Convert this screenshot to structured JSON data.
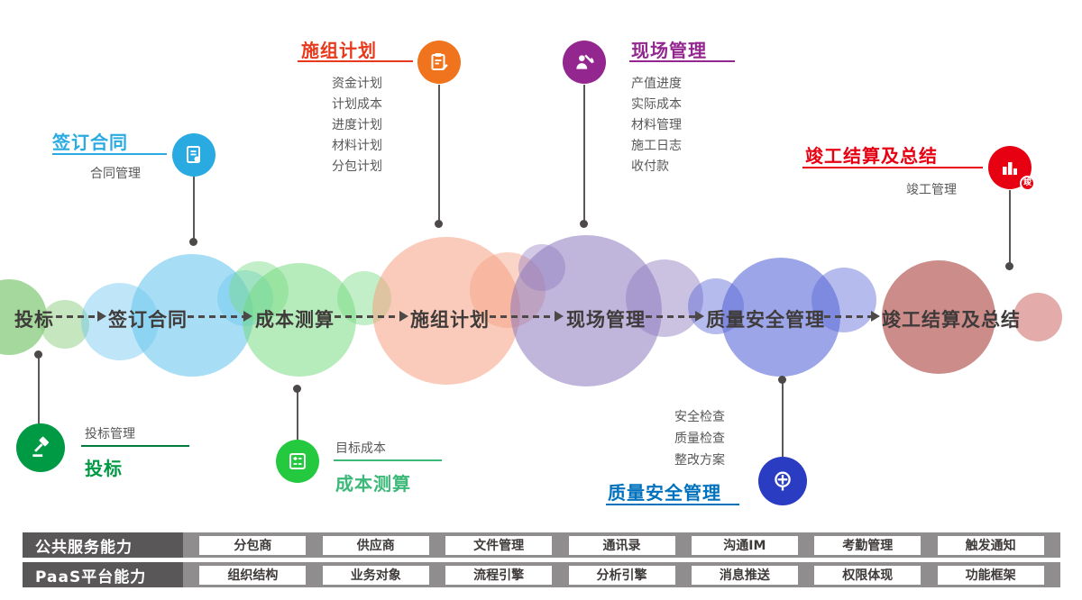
{
  "timeline": {
    "stages": [
      {
        "label": "投标",
        "bubble_color": "#69be5a"
      },
      {
        "label": "签订合同",
        "bubble_color": "#29abe2"
      },
      {
        "label": "成本测算",
        "bubble_color": "#4fd065"
      },
      {
        "label": "施组计划",
        "bubble_color": "#f4a082"
      },
      {
        "label": "现场管理",
        "bubble_color": "#8c78be"
      },
      {
        "label": "质量安全管理",
        "bubble_color": "#5a69d7"
      },
      {
        "label": "竣工结算及总结",
        "bubble_color": "#aa413c"
      }
    ]
  },
  "callouts": {
    "sign_contract": {
      "title": "签订合同",
      "item": "合同管理",
      "accent": "#29abe2",
      "icon": "contract-icon"
    },
    "construction_plan": {
      "title": "施组计划",
      "accent": "#e8391d",
      "icon_color": "#f0731d",
      "icon": "plan-icon",
      "items": [
        "资金计划",
        "计划成本",
        "进度计划",
        "材料计划",
        "分包计划"
      ]
    },
    "site_management": {
      "title": "现场管理",
      "accent": "#93278f",
      "icon": "worker-icon",
      "items": [
        "产值进度",
        "实际成本",
        "材料管理",
        "施工日志",
        "收付款"
      ]
    },
    "completion": {
      "title": "竣工结算及总结",
      "item": "竣工管理",
      "accent": "#e60012",
      "icon": "building-icon",
      "badge": "竣"
    },
    "bidding": {
      "title": "投标",
      "item": "投标管理",
      "accent": "#009944",
      "underline_color": "#007a3d",
      "icon": "bid-icon"
    },
    "cost_calculation": {
      "title": "成本测算",
      "item": "目标成本",
      "accent": "#3cb878",
      "icon_color": "#25c93f",
      "icon": "calculator-icon"
    },
    "quality_safety": {
      "title": "质量安全管理",
      "accent": "#0071bc",
      "icon_color": "#2a3cc2",
      "icon": "target-icon",
      "items": [
        "安全检查",
        "质量检查",
        "整改方案"
      ]
    }
  },
  "platform": {
    "rows": [
      {
        "label": "公共服务能力",
        "items": [
          "分包商",
          "供应商",
          "文件管理",
          "通讯录",
          "沟通IM",
          "考勤管理",
          "触发通知"
        ]
      },
      {
        "label": "PaaS平台能力",
        "items": [
          "组织结构",
          "业务对象",
          "流程引擎",
          "分析引擎",
          "消息推送",
          "权限体现",
          "功能框架"
        ]
      }
    ]
  }
}
